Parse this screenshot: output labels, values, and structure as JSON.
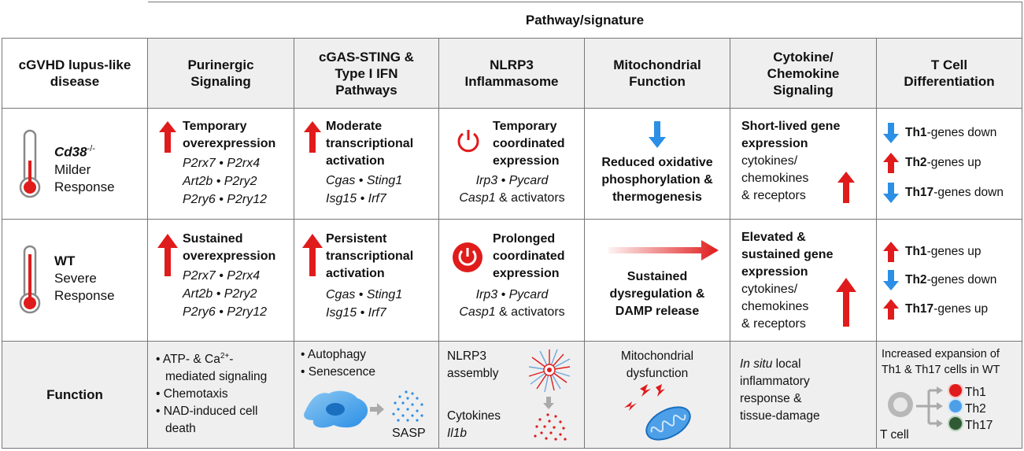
{
  "header": {
    "title": "Pathway/signature"
  },
  "corner_label": "cGVHD lupus-like disease",
  "columns": [
    {
      "label": "Purinergic Signaling"
    },
    {
      "label": "cGAS-STING & Type I IFN Pathways"
    },
    {
      "label": "NLRP3 Inflammasome"
    },
    {
      "label": "Mitochondrial Function"
    },
    {
      "label": "Cytokine/ Chemokine Signaling"
    },
    {
      "label": "T Cell Differentiation"
    }
  ],
  "rows": {
    "cd38": {
      "name_gene": "Cd38",
      "name_sup": "-/-",
      "line2": "Milder",
      "line3": "Response",
      "purinergic": {
        "title1": "Temporary",
        "title2": "overexpression",
        "genes": [
          "P2rx7 • P2rx4",
          "Art2b • P2ry2",
          "P2ry6 • P2ry12"
        ]
      },
      "cgas": {
        "title1": "Moderate",
        "title2": "transcriptional",
        "title3": "activation",
        "genes1": "Cgas • Sting1",
        "genes2": "Isg15 • Irf7"
      },
      "nlrp3": {
        "title1": "Temporary",
        "title2": "coordinated",
        "title3": "expression",
        "genes1": "Irp3 • Pycard",
        "genes2_gene": "Casp1",
        "genes2_rest": " & activators"
      },
      "mito": {
        "line1": "Reduced oxidative",
        "line2": "phosphorylation &",
        "line3": "thermogenesis"
      },
      "cyto": {
        "title1": "Short-lived gene",
        "title2": "expression",
        "line1": "cytokines/",
        "line2": "chemokines",
        "line3": "& receptors"
      },
      "tcell": [
        {
          "gene": "Th1",
          "rest": "-genes down",
          "dir": "down",
          "color": "#2b8fe6"
        },
        {
          "gene": "Th2",
          "rest": "-genes up",
          "dir": "up",
          "color": "#e01b1b"
        },
        {
          "gene": "Th17",
          "rest": "-genes down",
          "dir": "down",
          "color": "#2b8fe6"
        }
      ]
    },
    "wt": {
      "name": "WT",
      "line2": "Severe",
      "line3": "Response",
      "purinergic": {
        "title1": "Sustained",
        "title2": "overexpression",
        "genes": [
          "P2rx7 • P2rx4",
          "Art2b • P2ry2",
          "P2ry6 • P2ry12"
        ]
      },
      "cgas": {
        "title1": "Persistent",
        "title2": "transcriptional",
        "title3": "activation",
        "genes1": "Cgas • Sting1",
        "genes2": "Isg15 • Irf7"
      },
      "nlrp3": {
        "title1": "Prolonged",
        "title2": "coordinated",
        "title3": "expression",
        "genes1": "Irp3 • Pycard",
        "genes2_gene": "Casp1",
        "genes2_rest": " & activators"
      },
      "mito": {
        "line1": "Sustained",
        "line2": "dysregulation &",
        "line3": "DAMP release"
      },
      "cyto": {
        "title1": "Elevated &",
        "title2": "sustained gene",
        "title3": "expression",
        "line1": "cytokines/",
        "line2": "chemokines",
        "line3": "& receptors"
      },
      "tcell": [
        {
          "gene": "Th1",
          "rest": "-genes up",
          "dir": "up",
          "color": "#e01b1b"
        },
        {
          "gene": "Th2",
          "rest": "-genes down",
          "dir": "down",
          "color": "#2b8fe6"
        },
        {
          "gene": "Th17",
          "rest": "-genes up",
          "dir": "up",
          "color": "#e01b1b"
        }
      ]
    }
  },
  "function": {
    "label": "Function",
    "purinergic": {
      "b1a": "ATP- & Ca",
      "b1sup": "2+",
      "b1b": "-",
      "b1c": "mediated signaling",
      "b2": "Chemotaxis",
      "b3a": "NAD-induced cell",
      "b3b": "death"
    },
    "cgas": {
      "b1": "Autophagy",
      "b2": "Senescence",
      "sasp": "SASP"
    },
    "nlrp3": {
      "l1": "NLRP3",
      "l2": "assembly",
      "l3": "Cytokines",
      "l4": "Il1b"
    },
    "mito": {
      "l1": "Mitochondrial",
      "l2": "dysfunction"
    },
    "cyto": {
      "l1_it": "In situ",
      "l1_rest": " local",
      "l2": "inflammatory",
      "l3": "response &",
      "l4": "tissue-damage"
    },
    "tcell": {
      "l1": "Increased expansion of",
      "l2": "Th1 & Th17 cells in WT",
      "tcell": "T cell",
      "th1": "Th1",
      "th2": "Th2",
      "th17": "Th17"
    }
  },
  "colors": {
    "red": "#e01b1b",
    "blue": "#2b8fe6",
    "gray_bg": "#efefef",
    "border": "#777777"
  }
}
